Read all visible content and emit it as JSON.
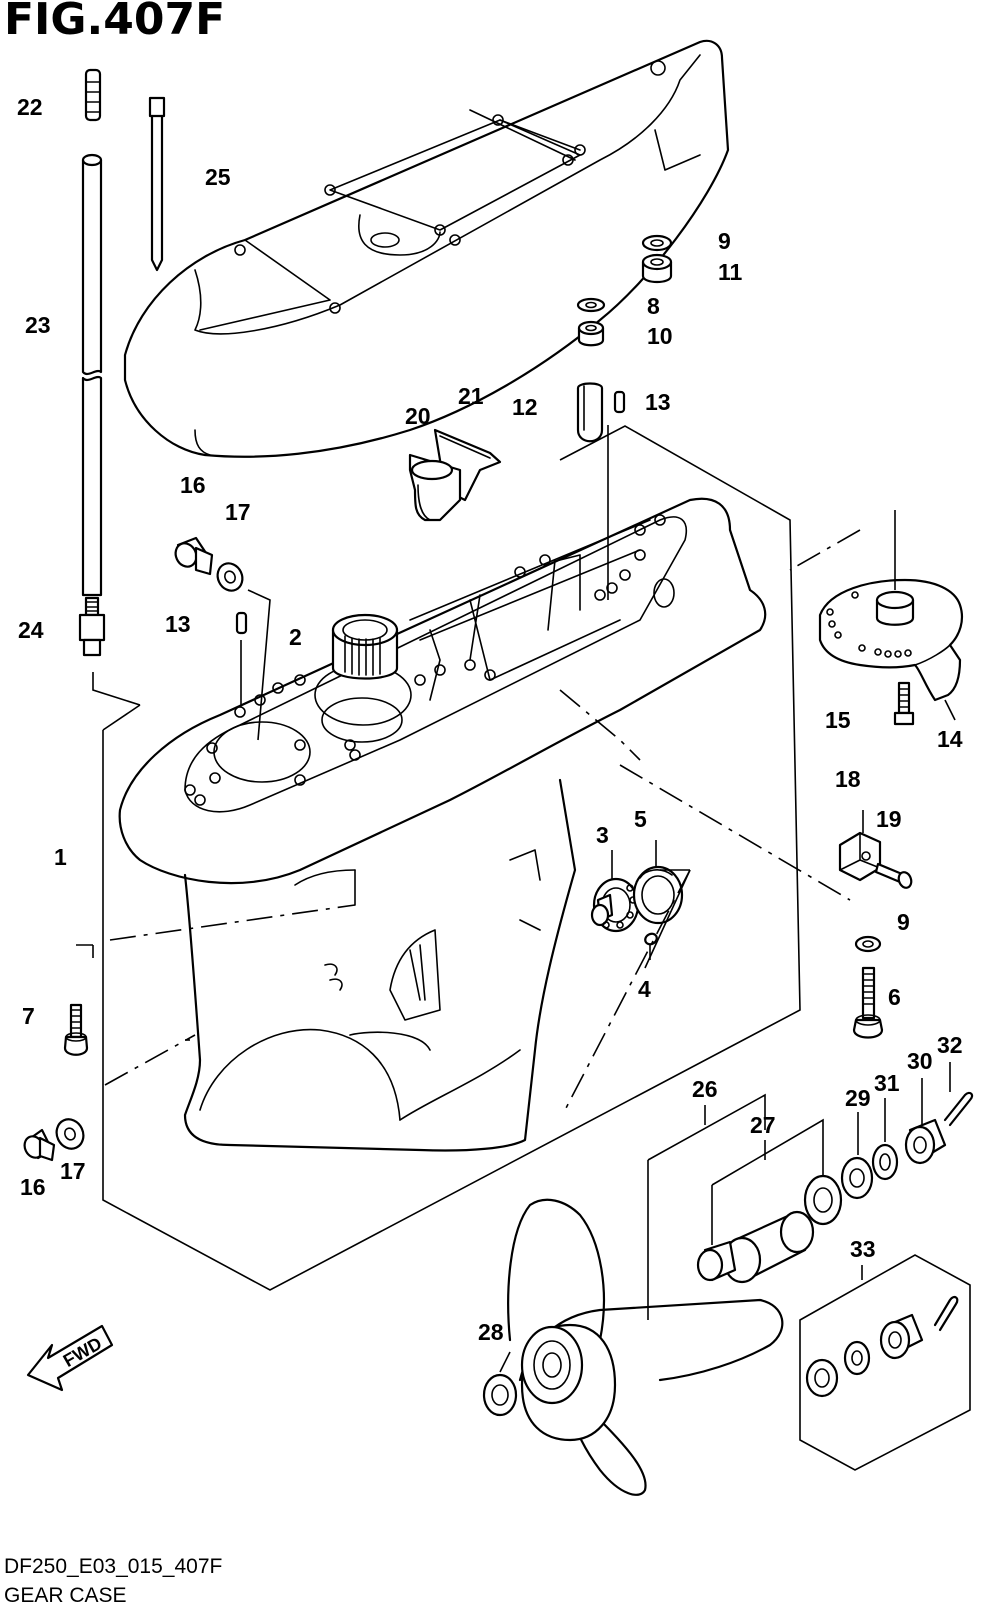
{
  "figure": {
    "title": "FIG.407F",
    "code": "DF250_E03_015_407F",
    "caption": "GEAR CASE",
    "fwd_badge": "FWD"
  },
  "callouts": [
    {
      "id": "c1",
      "label": "1"
    },
    {
      "id": "c2",
      "label": "2"
    },
    {
      "id": "c3",
      "label": "3"
    },
    {
      "id": "c4",
      "label": "4"
    },
    {
      "id": "c5",
      "label": "5"
    },
    {
      "id": "c6",
      "label": "6"
    },
    {
      "id": "c7",
      "label": "7"
    },
    {
      "id": "c8",
      "label": "8"
    },
    {
      "id": "c9a",
      "label": "9"
    },
    {
      "id": "c9b",
      "label": "9"
    },
    {
      "id": "c10",
      "label": "10"
    },
    {
      "id": "c11",
      "label": "11"
    },
    {
      "id": "c12",
      "label": "12"
    },
    {
      "id": "c13a",
      "label": "13"
    },
    {
      "id": "c13b",
      "label": "13"
    },
    {
      "id": "c14",
      "label": "14"
    },
    {
      "id": "c15",
      "label": "15"
    },
    {
      "id": "c16a",
      "label": "16"
    },
    {
      "id": "c16b",
      "label": "16"
    },
    {
      "id": "c17a",
      "label": "17"
    },
    {
      "id": "c17b",
      "label": "17"
    },
    {
      "id": "c18",
      "label": "18"
    },
    {
      "id": "c19",
      "label": "19"
    },
    {
      "id": "c20",
      "label": "20"
    },
    {
      "id": "c21",
      "label": "21"
    },
    {
      "id": "c22",
      "label": "22"
    },
    {
      "id": "c23",
      "label": "23"
    },
    {
      "id": "c24",
      "label": "24"
    },
    {
      "id": "c25",
      "label": "25"
    },
    {
      "id": "c26",
      "label": "26"
    },
    {
      "id": "c27",
      "label": "27"
    },
    {
      "id": "c28",
      "label": "28"
    },
    {
      "id": "c29",
      "label": "29"
    },
    {
      "id": "c30",
      "label": "30"
    },
    {
      "id": "c31",
      "label": "31"
    },
    {
      "id": "c32",
      "label": "32"
    },
    {
      "id": "c33",
      "label": "33"
    }
  ]
}
